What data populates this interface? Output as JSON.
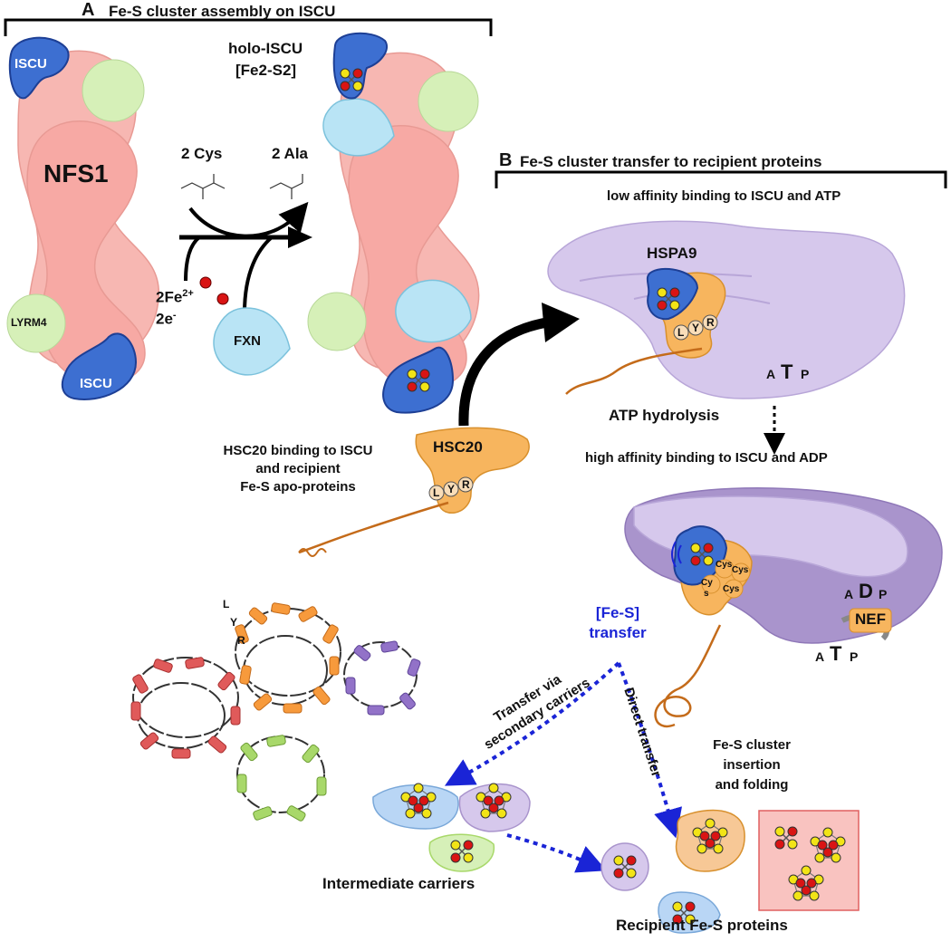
{
  "panel_a": {
    "letter": "A",
    "title": "Fe-S cluster assembly on ISCU"
  },
  "panel_b": {
    "letter": "B",
    "title": "Fe-S cluster transfer to recipient proteins",
    "subtitle": "low affinity binding to ISCU and ATP"
  },
  "labels": {
    "iscu": "ISCU",
    "holo_iscu": "holo-ISCU",
    "fe2s2": "[Fe2-S2]",
    "nfs1": "NFS1",
    "lyrm4": "LYRM4",
    "cys": "2 Cys",
    "ala": "2 Ala",
    "fe": "2Fe",
    "fe_sup": "2+",
    "e": "2e",
    "e_sup": "-",
    "fxn": "FXN",
    "hspa9": "HSPA9",
    "hsc20": "HSC20",
    "hsc20_binding": [
      "HSC20 binding to ISCU",
      "and recipient",
      "Fe-S apo-proteins"
    ],
    "atp_hydrolysis": "ATP hydrolysis",
    "high_affinity": "high affinity binding to ISCU and ADP",
    "nef": "NEF",
    "fes_transfer": [
      "[Fe-S]",
      "transfer"
    ],
    "transfer_via": [
      "Transfer via",
      "secondary carriers"
    ],
    "direct_transfer": "Direct transfer",
    "insertion": [
      "Fe-S cluster",
      "insertion",
      "and folding"
    ],
    "intermediate_carriers": "Intermediate carriers",
    "recipient_proteins": "Recipient Fe-S proteins",
    "lyr": [
      "L",
      "Y",
      "R"
    ],
    "atp": [
      "A",
      "T",
      "P"
    ],
    "adp": [
      "A",
      "D",
      "P"
    ],
    "cys_site": [
      "Cys",
      "Cys",
      "Cy",
      "s",
      "Cys"
    ]
  },
  "colors": {
    "nfs1": "#f7b7b2",
    "lyrm4": "#d6f0b8",
    "iscu": "#3d6fd1",
    "fxn": "#b9e4f5",
    "hsc20": "#f7b55e",
    "hspa9": "#d6c8ec",
    "hspa9_dark": "#a994cc",
    "iron": "#d91414",
    "sulfur": "#f2e416",
    "transfer_arrow": "#1a24d6",
    "helix_red": "#e05a5a",
    "helix_orange": "#f79a3c",
    "helix_purple": "#9272c8",
    "helix_green": "#a8d86a"
  }
}
